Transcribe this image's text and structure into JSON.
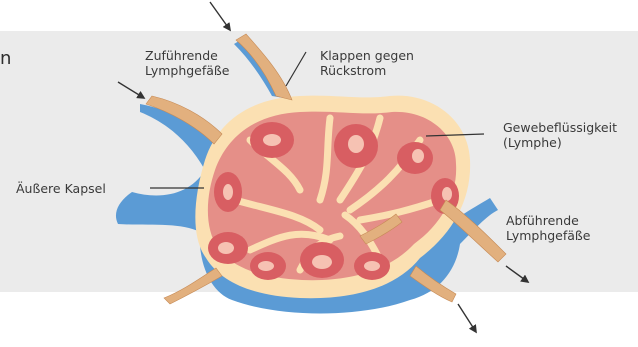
{
  "labels": {
    "afferent": "Zuführende\nLymphgefäße",
    "valves": "Klappen gegen\nRückstrom",
    "fluid": "Gewebeflüssigkeit\n(Lymphe)",
    "capsule": "Äußere Kapsel",
    "efferent": "Abführende\nLymphgefäße"
  },
  "edge_text": "n",
  "colors": {
    "panel": "#ebebeb",
    "capsule": "#fbe0b2",
    "vessel_blue": "#5b9bd5",
    "tissue": "#e58f88",
    "nodule": "#d85e62",
    "nodule_center": "#f6c2b3",
    "vessel": "#e2b07e",
    "text": "#3a3a3a"
  }
}
